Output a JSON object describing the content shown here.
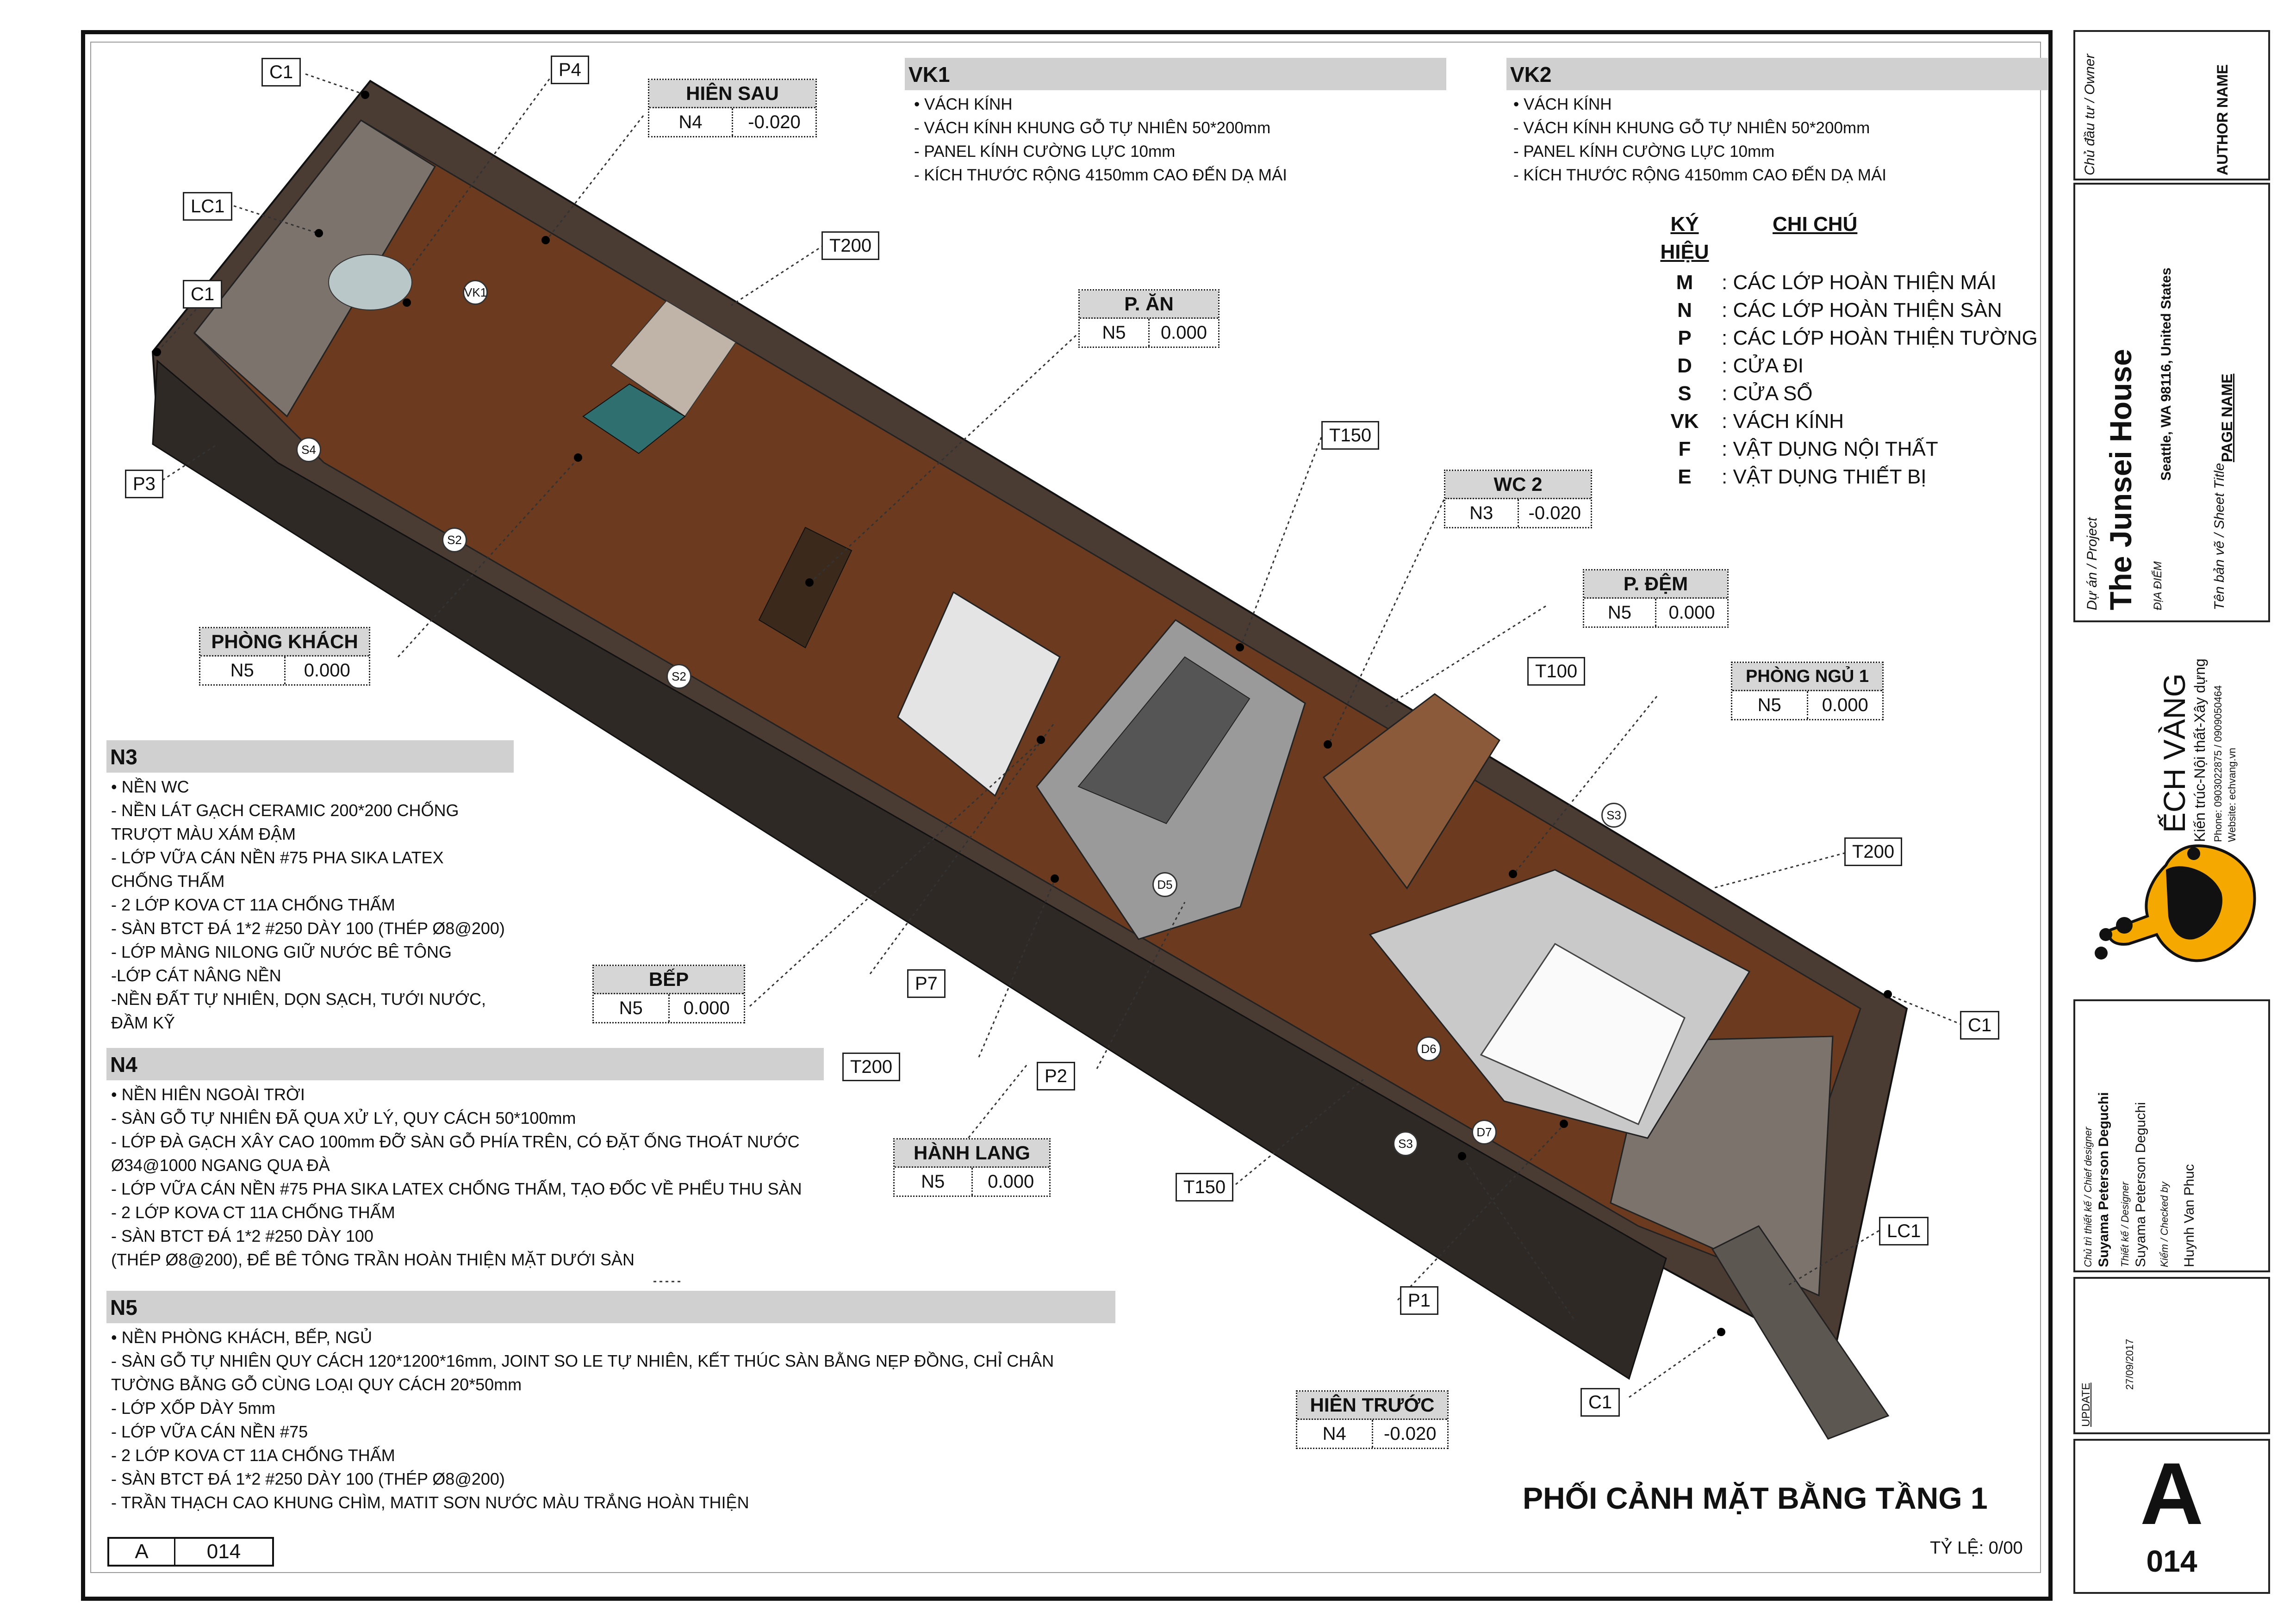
{
  "vk1": {
    "title": "VK1",
    "lines": [
      "• VÁCH KÍNH",
      "- VÁCH KÍNH KHUNG GỖ TỰ NHIÊN 50*200mm",
      "- PANEL KÍNH CƯỜNG LỰC 10mm",
      "- KÍCH THƯỚC RỘNG 4150mm CAO ĐẾN DẠ MÁI"
    ]
  },
  "vk2": {
    "title": "VK2",
    "lines": [
      "• VÁCH KÍNH",
      "- VÁCH KÍNH KHUNG GỖ TỰ NHIÊN 50*200mm",
      "- PANEL KÍNH CƯỜNG LỰC 10mm",
      "- KÍCH THƯỚC RỘNG 4150mm CAO ĐẾN DẠ MÁI"
    ]
  },
  "legend": {
    "col1": "KÝ HIỆU",
    "col2": "CHI CHÚ",
    "items": [
      {
        "k": "M",
        "v": ": CÁC LỚP HOÀN THIỆN MÁI"
      },
      {
        "k": "N",
        "v": ": CÁC LỚP HOÀN THIỆN SÀN"
      },
      {
        "k": "P",
        "v": ": CÁC LỚP HOÀN THIỆN TƯỜNG"
      },
      {
        "k": "D",
        "v": ": CỬA ĐI"
      },
      {
        "k": "S",
        "v": ": CỬA SỔ"
      },
      {
        "k": "VK",
        "v": ": VÁCH KÍNH"
      },
      {
        "k": "F",
        "v": ": VẬT DỤNG NỘI THẤT"
      },
      {
        "k": "E",
        "v": ": VẬT DỤNG THIẾT BỊ"
      }
    ]
  },
  "n3": {
    "title": "N3",
    "lines": [
      "• NỀN WC",
      "- NỀN LÁT GẠCH CERAMIC 200*200 CHỐNG",
      "TRƯỢT MÀU XÁM ĐẬM",
      "- LỚP VỮA CÁN NỀN #75 PHA SIKA LATEX",
      "CHỐNG THẤM",
      "- 2 LỚP KOVA CT 11A CHỐNG THẤM",
      "- SÀN BTCT ĐÁ 1*2 #250 DÀY 100 (THÉP Ø8@200)",
      "- LỚP MÀNG NILONG GIỮ NƯỚC BÊ TÔNG",
      "-LỚP CÁT NÂNG NỀN",
      "-NỀN ĐẤT TỰ NHIÊN, DỌN SẠCH,  TƯỚI NƯỚC,",
      "ĐẦM KỸ"
    ]
  },
  "n4": {
    "title": "N4",
    "lines": [
      "• NỀN HIÊN NGOÀI TRỜI",
      "- SÀN GỖ TỰ NHIÊN ĐÃ QUA XỬ LÝ, QUY CÁCH 50*100mm",
      "- LỚP ĐÀ GẠCH XÂY CAO 100mm ĐỠ SÀN GỖ PHÍA TRÊN, CÓ ĐẶT ỐNG THOÁT NƯỚC",
      "Ø34@1000 NGANG QUA ĐÀ",
      "- LỚP VỮA CÁN NỀN #75 PHA SIKA LATEX CHỐNG THẤM, TẠO ĐỐC VỀ PHỂU THU SÀN",
      "- 2 LỚP KOVA CT 11A CHỐNG THẤM",
      "- SÀN BTCT ĐÁ 1*2 #250 DÀY 100",
      "(THÉP Ø8@200), ĐỂ BÊ TÔNG TRẦN HOÀN THIỆN MẶT DƯỚI SÀN"
    ]
  },
  "n5": {
    "title": "N5",
    "lines": [
      "• NỀN PHÒNG KHÁCH, BẾP, NGỦ",
      "- SÀN GỖ TỰ NHIÊN QUY CÁCH 120*1200*16mm, JOINT SO LE TỰ NHIÊN, KẾT THÚC SÀN BẰNG NẸP ĐỒNG, CHỈ CHÂN",
      "TƯỜNG BẰNG GỖ CÙNG LOẠI QUY CÁCH 20*50mm",
      "- LỚP XỐP DÀY 5mm",
      "- LỚP VỮA CÁN NỀN #75",
      "- 2 LỚP KOVA CT 11A CHỐNG THẤM",
      "- SÀN BTCT ĐÁ 1*2 #250 DÀY 100 (THÉP Ø8@200)",
      "- TRẦN THẠCH CAO KHUNG CHÌM, MATIT SƠN NƯỚC MÀU TRẮNG HOÀN THIỆN"
    ]
  },
  "rooms": {
    "hien_sau": {
      "name": "HIÊN SAU",
      "code": "N4",
      "level": "-0.020"
    },
    "p_an": {
      "name": "P. ĂN",
      "code": "N5",
      "level": "0.000"
    },
    "wc2": {
      "name": "WC 2",
      "code": "N3",
      "level": "-0.020"
    },
    "p_dem": {
      "name": "P. ĐỆM",
      "code": "N5",
      "level": "0.000"
    },
    "phong_ngu": {
      "name": "PHÒNG NGỦ 1",
      "code": "N5",
      "level": "0.000"
    },
    "phong_khach": {
      "name": "PHÒNG KHÁCH",
      "code": "N5",
      "level": "0.000"
    },
    "bep": {
      "name": "BẾP",
      "code": "N5",
      "level": "0.000"
    },
    "hanh_lang": {
      "name": "HÀNH LANG",
      "code": "N5",
      "level": "0.000"
    },
    "hien_truoc": {
      "name": "HIÊN TRƯỚC",
      "code": "N4",
      "level": "-0.020"
    }
  },
  "labels": {
    "c1": "C1",
    "p4": "P4",
    "lc1": "LC1",
    "p3": "P3",
    "t200": "T200",
    "t150": "T150",
    "t100": "T100",
    "p7": "P7",
    "p2": "P2",
    "p1": "P1"
  },
  "markers": {
    "vk1": "VK1",
    "s4": "S4",
    "s2": "S2",
    "s3": "S3",
    "d5": "D5",
    "d6": "D6",
    "d7": "D7"
  },
  "drawing": {
    "title": "PHỐI CẢNH MẶT BẰNG TẦNG 1",
    "scale": "TỶ LỆ: 0/00",
    "sheet_prefix": "A",
    "sheet_no": "014"
  },
  "titleblock": {
    "owner_label": "Chủ đầu tư / Owner",
    "owner_value": "AUTHOR NAME",
    "project_label": "Dự án / Project",
    "project_value": "The Junsei House",
    "location_label": "ĐỊA ĐIỂM",
    "location_value": "Seattle, WA 98116, United States",
    "sheet_title_label": "Tên bản vẽ / Sheet Title",
    "sheet_title_value": "PAGE NAME",
    "company_name": "ẾCH VÀNG",
    "company_sub": "Kiến trúc-Nội thất-Xây dựng",
    "company_phone": "Phone: 0903022875 / 0909050464",
    "company_web": "Website: echvang.vn",
    "chief_label": "Chủ trì thiết kế / Chief designer",
    "chief_value": "Suyama Peterson Deguchi",
    "designer_label": "Thiết kế / Designer",
    "designer_value": "Suyama Peterson Deguchi",
    "checked_label": "Kiểm / Checked by",
    "checked_value": "Huynh Van Phuc",
    "update_label": "UPDATE",
    "update_date": "27/09/2017",
    "sheet_letter": "A",
    "sheet_number": "014"
  },
  "colors": {
    "floor_wood": "#6b3a1f",
    "deck": "#7b736c",
    "wall_dark": "#3a2e27",
    "frog_yellow": "#f5a800"
  }
}
